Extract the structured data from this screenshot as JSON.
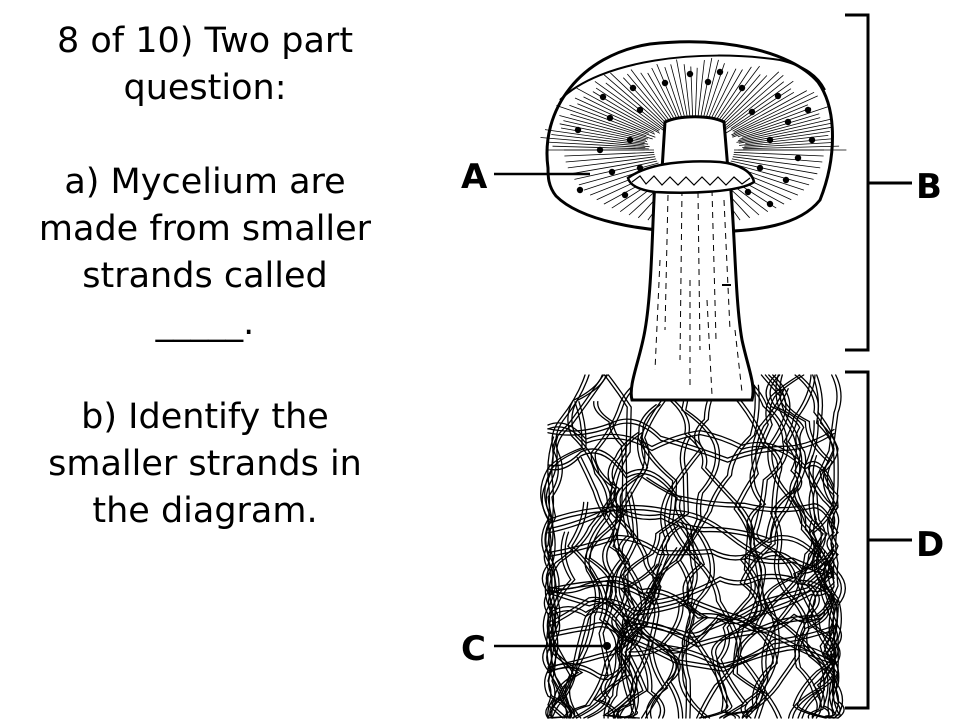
{
  "question": {
    "heading_line1": "8 of 10) Two part",
    "heading_line2": "question:",
    "part_a_line1": "a) Mycelium are",
    "part_a_line2": "made from smaller",
    "part_a_line3": "strands called",
    "part_a_line4": "_____.",
    "part_b_line1": "b) Identify the",
    "part_b_line2": "smaller strands in",
    "part_b_line3": "the diagram."
  },
  "diagram": {
    "label_a": "A",
    "label_b": "B",
    "label_c": "C",
    "label_d": "D"
  }
}
